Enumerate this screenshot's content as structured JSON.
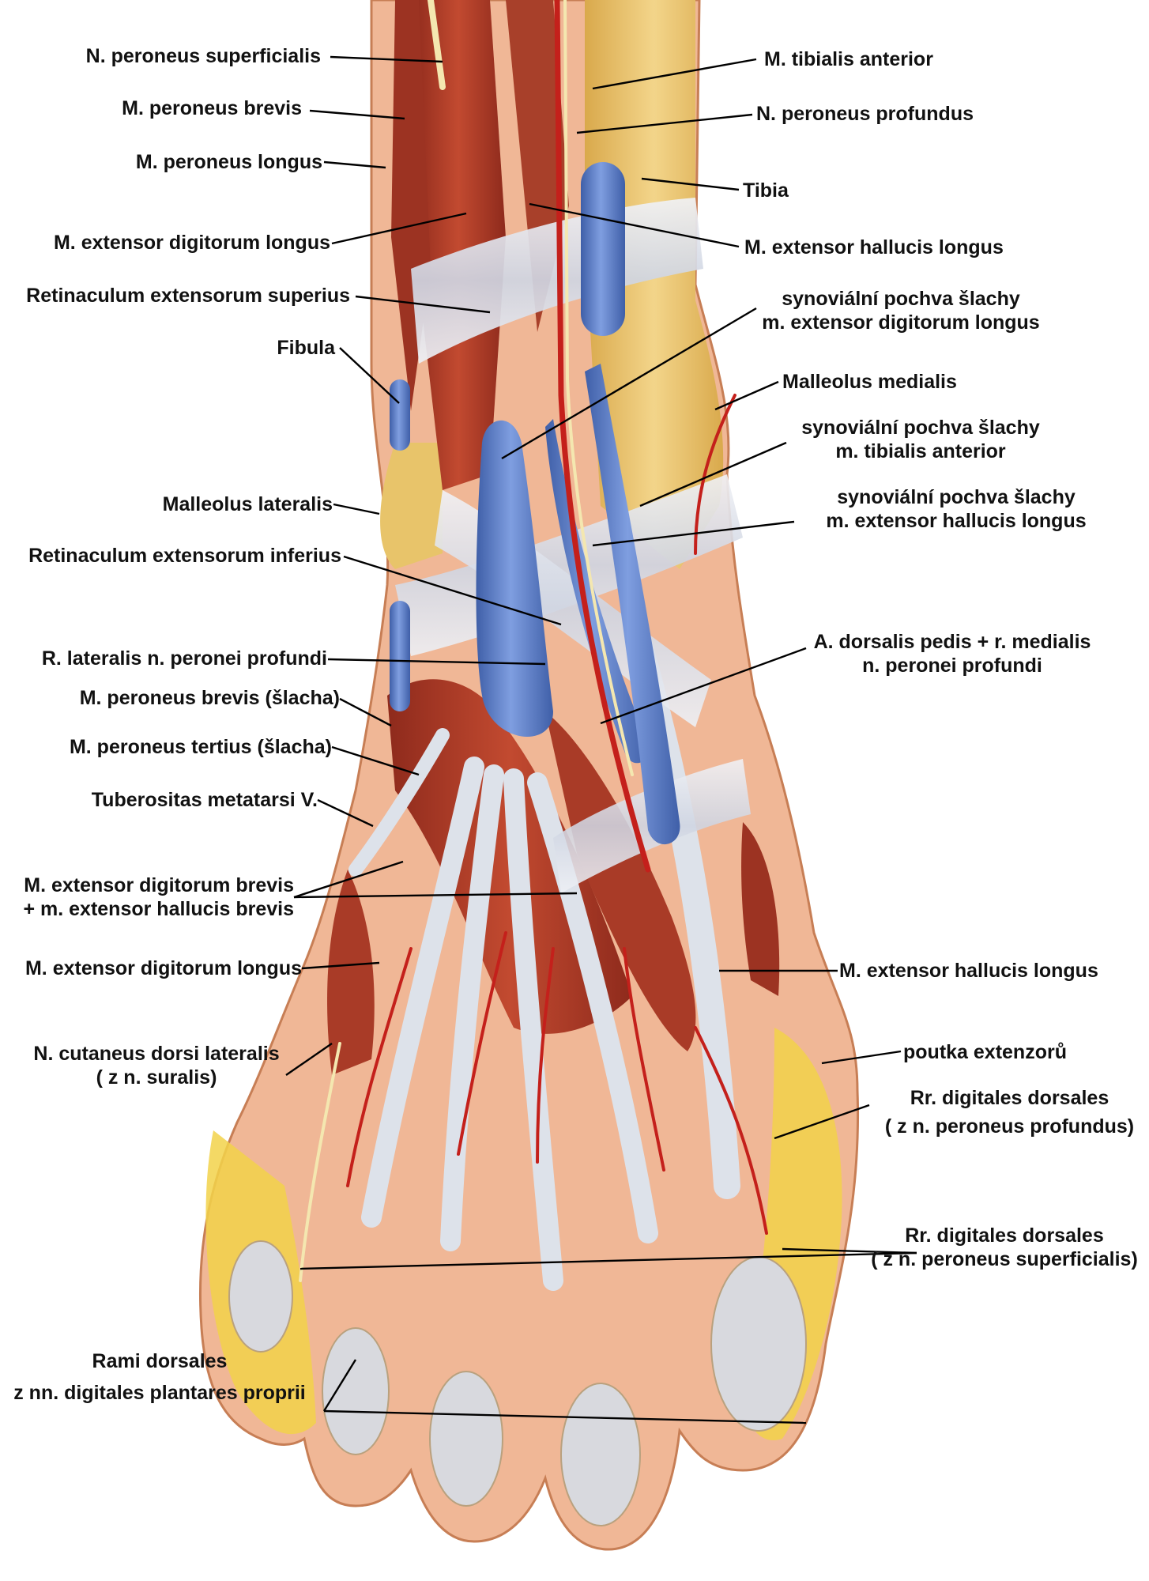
{
  "labels_left": [
    {
      "id": "n-peroneus-superficialis",
      "text": "N. peroneus superficialis"
    },
    {
      "id": "m-peroneus-brevis",
      "text": "M. peroneus brevis"
    },
    {
      "id": "m-peroneus-longus",
      "text": "M. peroneus longus"
    },
    {
      "id": "m-extensor-digitorum-longus-top",
      "text": "M. extensor digitorum longus"
    },
    {
      "id": "retinaculum-extensorum-superius",
      "text": "Retinaculum extensorum superius"
    },
    {
      "id": "fibula",
      "text": "Fibula"
    },
    {
      "id": "malleolus-lateralis",
      "text": "Malleolus lateralis"
    },
    {
      "id": "retinaculum-extensorum-inferius",
      "text": "Retinaculum extensorum inferius"
    },
    {
      "id": "r-lateralis-n-peronei-profundi",
      "text": "R. lateralis n. peronei profundi"
    },
    {
      "id": "m-peroneus-brevis-slacha",
      "text": "M. peroneus brevis  (šlacha)"
    },
    {
      "id": "m-peroneus-tertius-slacha",
      "text": "M. peroneus tertius  (šlacha)"
    },
    {
      "id": "tuberositas-metatarsi-v",
      "text": "Tuberositas metatarsi V."
    },
    {
      "id": "m-extensor-digitorum-brevis",
      "text": "M. extensor digitorum brevis",
      "text2": "+ m. extensor hallucis brevis"
    },
    {
      "id": "m-extensor-digitorum-longus-low",
      "text": "M. extensor digitorum longus"
    },
    {
      "id": "n-cutaneus-dorsi-lateralis",
      "text": "N. cutaneus dorsi lateralis",
      "text2": "( z n. suralis)"
    },
    {
      "id": "rami-dorsales",
      "text": "Rami dorsales",
      "text2": "z nn. digitales plantares proprii"
    }
  ],
  "labels_right": [
    {
      "id": "m-tibialis-anterior",
      "text": "M. tibialis anterior"
    },
    {
      "id": "n-peroneus-profundus",
      "text": "N. peroneus profundus"
    },
    {
      "id": "tibia",
      "text": "Tibia"
    },
    {
      "id": "m-extensor-hallucis-longus-top",
      "text": "M. extensor hallucis longus"
    },
    {
      "id": "synovialni-pochva-edl",
      "text": "synoviální pochva šlachy",
      "text2": "m. extensor digitorum longus"
    },
    {
      "id": "malleolus-medialis",
      "text": "Malleolus medialis"
    },
    {
      "id": "synovialni-pochva-ta",
      "text": "synoviální pochva šlachy",
      "text2": "m. tibialis anterior"
    },
    {
      "id": "synovialni-pochva-ehl",
      "text": "synoviální pochva šlachy",
      "text2": "m. extensor hallucis longus"
    },
    {
      "id": "a-dorsalis-pedis",
      "text": "A. dorsalis pedis + r. medialis",
      "text2": "n. peronei profundi"
    },
    {
      "id": "m-extensor-hallucis-longus-low",
      "text": "M. extensor hallucis longus"
    },
    {
      "id": "poutka-extenzoru",
      "text": "poutka extenzorů"
    },
    {
      "id": "rr-digitales-dorsales-profundus",
      "text": "Rr. digitales dorsales",
      "text2": "(  z n. peroneus profundus)"
    },
    {
      "id": "rr-digitales-dorsales-superficialis",
      "text": "Rr. digitales dorsales",
      "text2": "(  z n. peroneus superficialis)"
    }
  ],
  "colors": {
    "muscle": "#b5412c",
    "muscle_dark": "#8e2a1c",
    "tendon": "#dfe3ea",
    "sheath": "#5b7fc4",
    "bone": "#e8c46a",
    "fat": "#f2d24a",
    "skin": "#f0b796",
    "artery": "#c4201b",
    "nerve": "#f4e7b0"
  }
}
